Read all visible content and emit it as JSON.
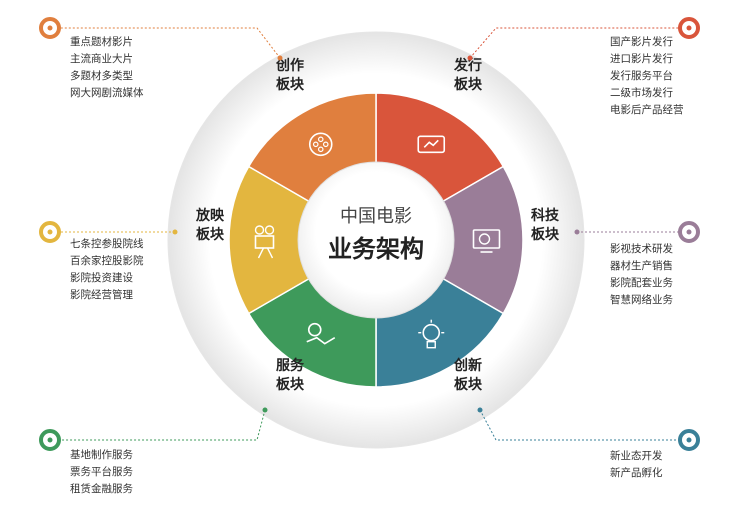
{
  "center": {
    "line1": "中国电影",
    "line2": "业务架构"
  },
  "segments": [
    {
      "id": "faxing",
      "label_top": "发行",
      "label_bottom": "板块",
      "color": "#d9553b",
      "icon": "ticket-icon",
      "items": [
        "国产影片发行",
        "进口影片发行",
        "发行服务平台",
        "二级市场发行",
        "电影后产品经营"
      ]
    },
    {
      "id": "keji",
      "label_top": "科技",
      "label_bottom": "板块",
      "color": "#9a7d98",
      "icon": "screen-icon",
      "items": [
        "影视技术研发",
        "器材生产销售",
        "影院配套业务",
        "智慧网络业务"
      ]
    },
    {
      "id": "chuangxin",
      "label_top": "创新",
      "label_bottom": "板块",
      "color": "#3a8098",
      "icon": "lightbulb-icon",
      "items": [
        "新业态开发",
        "新产品孵化"
      ]
    },
    {
      "id": "fuwu",
      "label_top": "服务",
      "label_bottom": "板块",
      "color": "#3e9a5b",
      "icon": "handshake-icon",
      "items": [
        "基地制作服务",
        "票务平台服务",
        "租赁金融服务"
      ]
    },
    {
      "id": "fangying",
      "label_top": "放映",
      "label_bottom": "板块",
      "color": "#e3b63f",
      "icon": "projector-icon",
      "items": [
        "七条控参股院线",
        "百余家控股影院",
        "影院投资建设",
        "影院经营管理"
      ]
    },
    {
      "id": "chuangzuo",
      "label_top": "创作",
      "label_bottom": "板块",
      "color": "#e07f3e",
      "icon": "film-reel-icon",
      "items": [
        "重点题材影片",
        "主流商业大片",
        "多题材多类型",
        "网大网剧流媒体"
      ]
    }
  ]
}
